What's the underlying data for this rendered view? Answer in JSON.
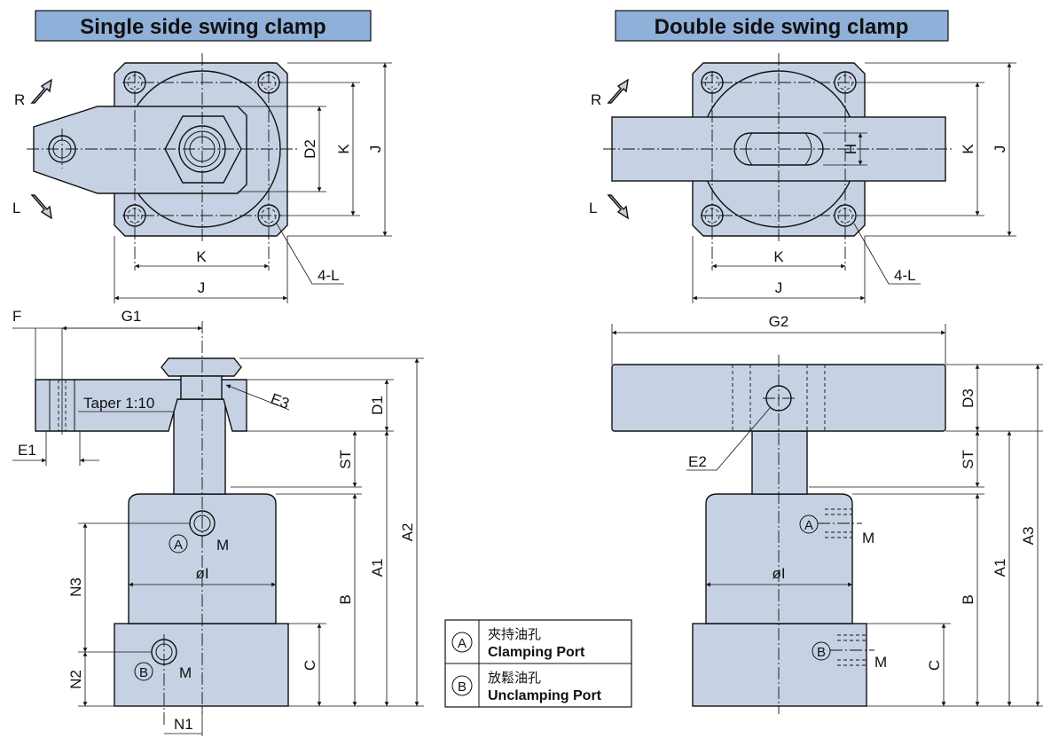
{
  "titles": {
    "single": "Single side swing clamp",
    "double": "Double side swing clamp"
  },
  "colors": {
    "part_fill": "#c6d2e4",
    "title_fill": "#8fb0d8"
  },
  "labels": {
    "R": "R",
    "L": "L",
    "D2": "D2",
    "K": "K",
    "J": "J",
    "four_L": "4-L",
    "F": "F",
    "G1": "G1",
    "G2": "G2",
    "E1": "E1",
    "E2": "E2",
    "E3": "E3",
    "D1": "D1",
    "D3": "D3",
    "H": "H",
    "ST": "ST",
    "A1": "A1",
    "A2": "A2",
    "A3": "A3",
    "B": "B",
    "C": "C",
    "N1": "N1",
    "N2": "N2",
    "N3": "N3",
    "M": "M",
    "bore": "øI",
    "taper": "Taper 1:10",
    "port_a": "A",
    "port_b": "B"
  },
  "legend": {
    "a_cn": "夾持油孔",
    "a_en": "Clamping Port",
    "b_cn": "放鬆油孔",
    "b_en": "Unclamping Port"
  }
}
